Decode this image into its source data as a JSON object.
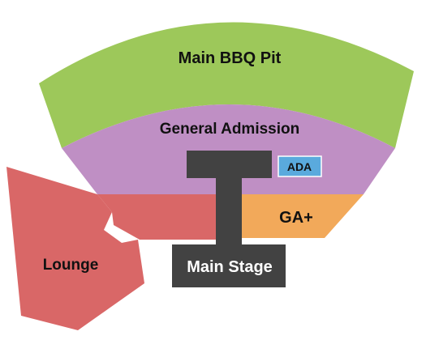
{
  "sections": {
    "bbq_pit": {
      "label": "Main BBQ Pit",
      "color": "#9dc85a"
    },
    "general_admission": {
      "label": "General Admission",
      "color": "#bf8fc4"
    },
    "ada": {
      "label": "ADA",
      "color": "#5aaadd"
    },
    "ga_plus": {
      "label": "GA+",
      "color": "#f2a95a"
    },
    "lounge": {
      "label": "Lounge",
      "color": "#d96767"
    },
    "stage": {
      "label": "Main Stage",
      "color": "#424242"
    }
  }
}
